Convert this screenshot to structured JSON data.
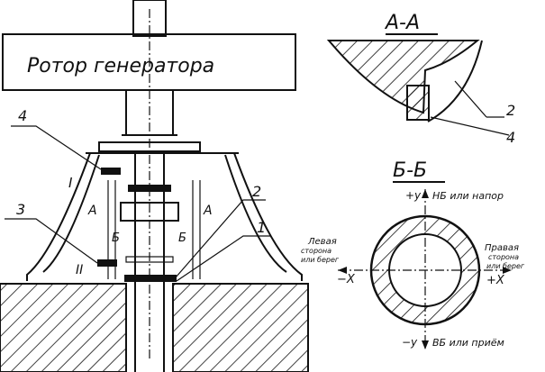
{
  "main_view": {
    "rotor_label": "Ротор генератора",
    "callouts": {
      "c1": "1",
      "c2": "2",
      "c3": "3",
      "c4": "4"
    },
    "zones": {
      "z1": "I",
      "z2": "II"
    },
    "section_marks": {
      "a_left": "А",
      "a_right": "А",
      "b_left": "Б",
      "b_right": "Б"
    }
  },
  "section_aa": {
    "title": "А-А",
    "callouts": {
      "c2": "2",
      "c4": "4"
    }
  },
  "section_bb": {
    "title": "Б-Б",
    "plus_y": "+y",
    "plus_y_label": "НБ или напор",
    "minus_y": "−y",
    "minus_y_label": "ВБ или приём",
    "left_label": [
      "Левая",
      "сторона",
      "или берег"
    ],
    "right_label": [
      "Правая",
      "сторона",
      "или берег"
    ],
    "minus_x": "−X",
    "plus_x": "+X"
  }
}
